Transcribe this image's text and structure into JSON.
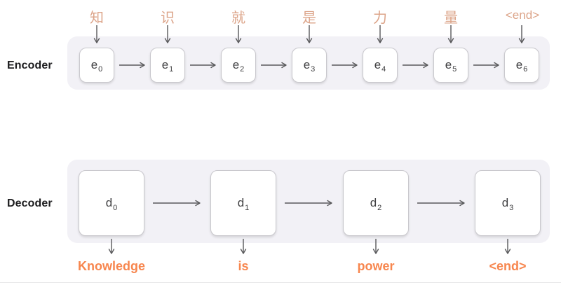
{
  "diagram_title": "seq2seq encoder-decoder",
  "colors": {
    "panel_background": "#f2f1f6",
    "cell_border": "#c9c8cd",
    "arrow": "#59595b",
    "input_token_color": "#dca489",
    "output_token_color": "#f7864e",
    "label_color": "#1c1c1e"
  },
  "encoder": {
    "label": "Encoder",
    "inputs": [
      "知",
      "识",
      "就",
      "是",
      "力",
      "量",
      "<end>"
    ],
    "cells": [
      {
        "base": "e",
        "sub": "0"
      },
      {
        "base": "e",
        "sub": "1"
      },
      {
        "base": "e",
        "sub": "2"
      },
      {
        "base": "e",
        "sub": "3"
      },
      {
        "base": "e",
        "sub": "4"
      },
      {
        "base": "e",
        "sub": "5"
      },
      {
        "base": "e",
        "sub": "6"
      }
    ]
  },
  "decoder": {
    "label": "Decoder",
    "cells": [
      {
        "base": "d",
        "sub": "0"
      },
      {
        "base": "d",
        "sub": "1"
      },
      {
        "base": "d",
        "sub": "2"
      },
      {
        "base": "d",
        "sub": "3"
      }
    ],
    "outputs": [
      "Knowledge",
      "is",
      "power",
      "<end>"
    ]
  }
}
